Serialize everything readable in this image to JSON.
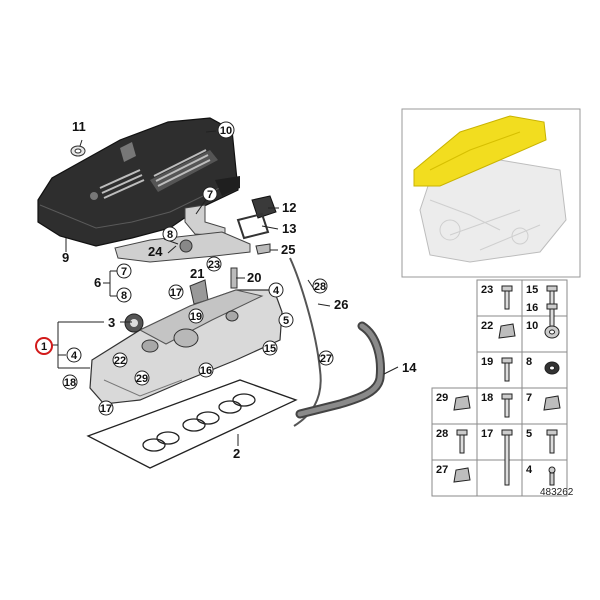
{
  "diagram": {
    "id": "483262",
    "highlight_color": "#f2dd1f",
    "selected_ring_color": "#d21a1a",
    "callouts": {
      "c11": "11",
      "c10": "10",
      "c9": "9",
      "c7a": "7",
      "c12": "12",
      "c13": "13",
      "c24": "24",
      "c8a": "8",
      "c25": "25",
      "c21": "21",
      "c23": "23",
      "c20": "20",
      "c6": "6",
      "c7b": "7",
      "c8b": "8",
      "c17a": "17",
      "c28": "28",
      "c26": "26",
      "c3": "3",
      "c19": "19",
      "c4a": "4",
      "c5": "5",
      "c1": "1",
      "c4b": "4",
      "c22": "22",
      "c15": "15",
      "c27": "27",
      "c14": "14",
      "c16": "16",
      "c18": "18",
      "c29": "29",
      "c17b": "17",
      "c2": "2"
    },
    "parts_grid": [
      {
        "num": "23",
        "icon": "bolt-icon"
      },
      {
        "num": "15",
        "icon": "stud-icon"
      },
      {
        "num": "16",
        "icon": "stud-icon"
      },
      {
        "num": "22",
        "icon": "clip-nut-icon"
      },
      {
        "num": "10",
        "icon": "grommet-icon"
      },
      {
        "num": "19",
        "icon": "stud-bolt-icon"
      },
      {
        "num": "8",
        "icon": "rubber-grommet-icon"
      },
      {
        "num": "29",
        "icon": "clip-icon"
      },
      {
        "num": "18",
        "icon": "stud-bolt-icon"
      },
      {
        "num": "7",
        "icon": "bracket-icon"
      },
      {
        "num": "28",
        "icon": "hose-clamp-icon"
      },
      {
        "num": "17",
        "icon": "long-bolt-icon"
      },
      {
        "num": "5",
        "icon": "stud-icon"
      },
      {
        "num": "27",
        "icon": "hose-clip-icon"
      },
      {
        "num": "4",
        "icon": "ball-stud-icon"
      }
    ]
  }
}
